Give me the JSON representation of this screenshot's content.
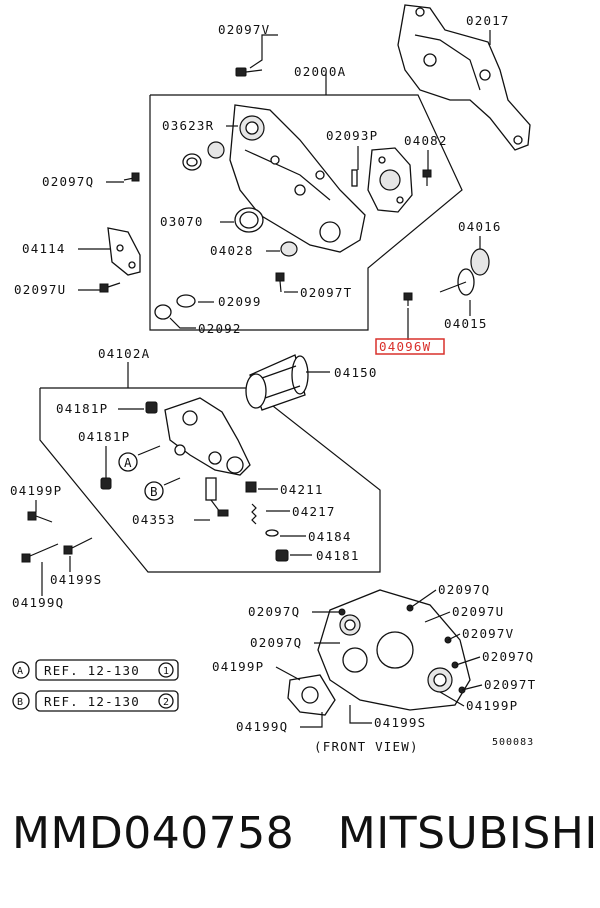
{
  "labels": {
    "l02097V_top": "02097V",
    "l02017": "02017",
    "l02000A": "02000A",
    "l03623R": "03623R",
    "l02093P": "02093P",
    "l04082": "04082",
    "l02097Q_left": "02097Q",
    "l03070": "03070",
    "l04028": "04028",
    "l04016": "04016",
    "l04114": "04114",
    "l02097U": "02097U",
    "l02097T": "02097T",
    "l02099": "02099",
    "l02092": "02092",
    "l04015": "04015",
    "l04096W": "04096W",
    "l04102A": "04102A",
    "l04150": "04150",
    "l04181P_a": "04181P",
    "l04181P_b": "04181P",
    "l04199P": "04199P",
    "l04211": "04211",
    "l04217": "04217",
    "l04353": "04353",
    "l04184": "04184",
    "l04181": "04181",
    "l04199S": "04199S",
    "l04199Q": "04199Q",
    "callout_A": "A",
    "callout_B": "B",
    "ref_A": "REF. 12-130",
    "ref_A_num": "1",
    "ref_B": "REF. 12-130",
    "ref_B_num": "2",
    "fv_02097Q_1": "02097Q",
    "fv_02097Q_2": "02097Q",
    "fv_02097Q_3": "02097Q",
    "fv_02097Q_4": "02097Q",
    "fv_02097U": "02097U",
    "fv_02097V": "02097V",
    "fv_02097T": "02097T",
    "fv_04199P_1": "04199P",
    "fv_04199P_2": "04199P",
    "fv_04199Q": "04199Q",
    "fv_04199S": "04199S",
    "front_view": "(FRONT VIEW)",
    "drawing_no": "500083"
  },
  "highlight_color": "#d9302b",
  "footer": {
    "part_number": "MMD040758",
    "brand": "MITSUBISHI"
  }
}
